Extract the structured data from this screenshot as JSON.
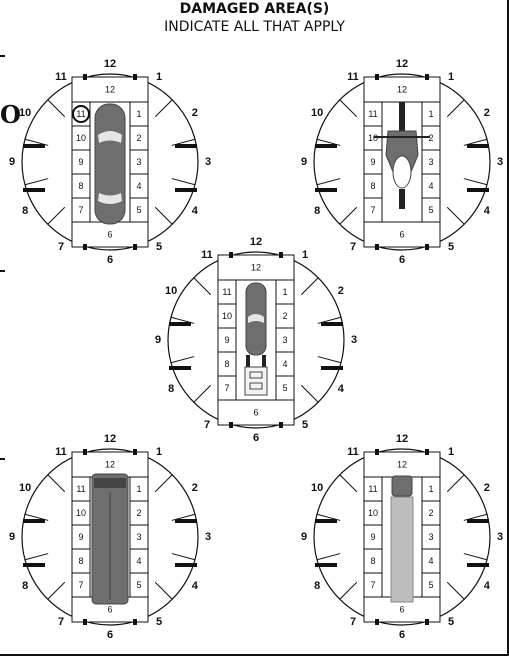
{
  "header": {
    "title": "DAMAGED AREA(S)",
    "subtitle": "INDICATE ALL THAT APPLY"
  },
  "margin_glyph": "O",
  "clock_positions": [
    "12",
    "1",
    "2",
    "3",
    "4",
    "5",
    "6",
    "7",
    "8",
    "9",
    "10",
    "11"
  ],
  "grid_cells": {
    "top": "12",
    "bottom": "6",
    "left": [
      "11",
      "10",
      "9",
      "8",
      "7"
    ],
    "right": [
      "1",
      "2",
      "3",
      "4",
      "5"
    ]
  },
  "diagrams": [
    {
      "vehicle": "car-icon",
      "circled_cell": "11"
    },
    {
      "vehicle": "motorcycle-icon"
    },
    {
      "vehicle": "pickup-truck-icon"
    },
    {
      "vehicle": "bus-icon"
    },
    {
      "vehicle": "box-truck-icon"
    }
  ],
  "colors": {
    "ink": "#111111",
    "vehicle_body": "#6e6e6e",
    "vehicle_dark": "#444444",
    "box_body": "#bdbdbd"
  }
}
